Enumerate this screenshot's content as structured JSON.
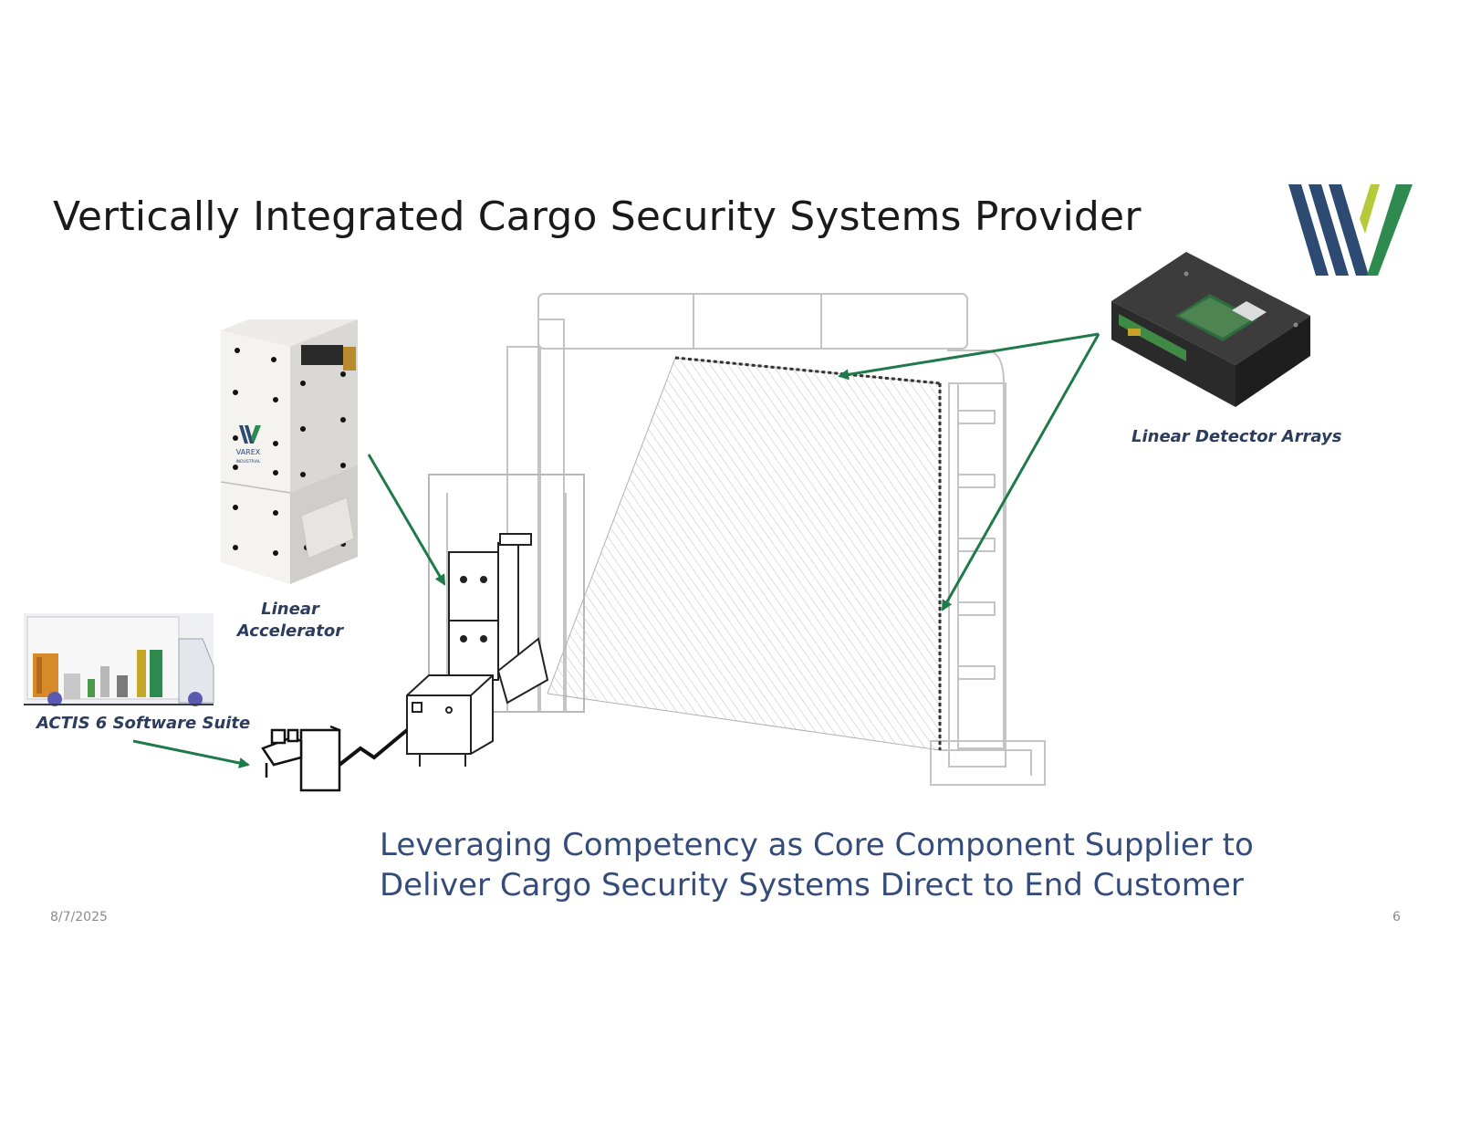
{
  "slide": {
    "title": "Vertically Integrated Cargo Security Systems Provider",
    "subtitle_line1": "Leveraging Competency as Core Component Supplier to",
    "subtitle_line2": "Deliver Cargo Security Systems Direct to End Customer",
    "date": "8/7/2025",
    "page_number": "6"
  },
  "captions": {
    "linear_accelerator_line1": "Linear",
    "linear_accelerator_line2": "Accelerator",
    "linear_detector_arrays": "Linear Detector Arrays",
    "software_suite": "ACTIS 6 Software Suite"
  },
  "device_labels": {
    "accelerator_brand": "VAREX",
    "accelerator_brand_sub": "INDUSTRIAL"
  },
  "colors": {
    "arrow": "#1f7a4a",
    "logo_navy": "#2d4a72",
    "logo_lime": "#b5c93a",
    "logo_green": "#2f8a4f",
    "title_text": "#1a1a1a",
    "subtitle_text": "#354c7a",
    "caption_text": "#2b3c5c"
  },
  "icons": {
    "logo": "varex-v-logo",
    "arrow": "arrow-pointer-icon",
    "workstation": "computer-workstation-icon"
  }
}
